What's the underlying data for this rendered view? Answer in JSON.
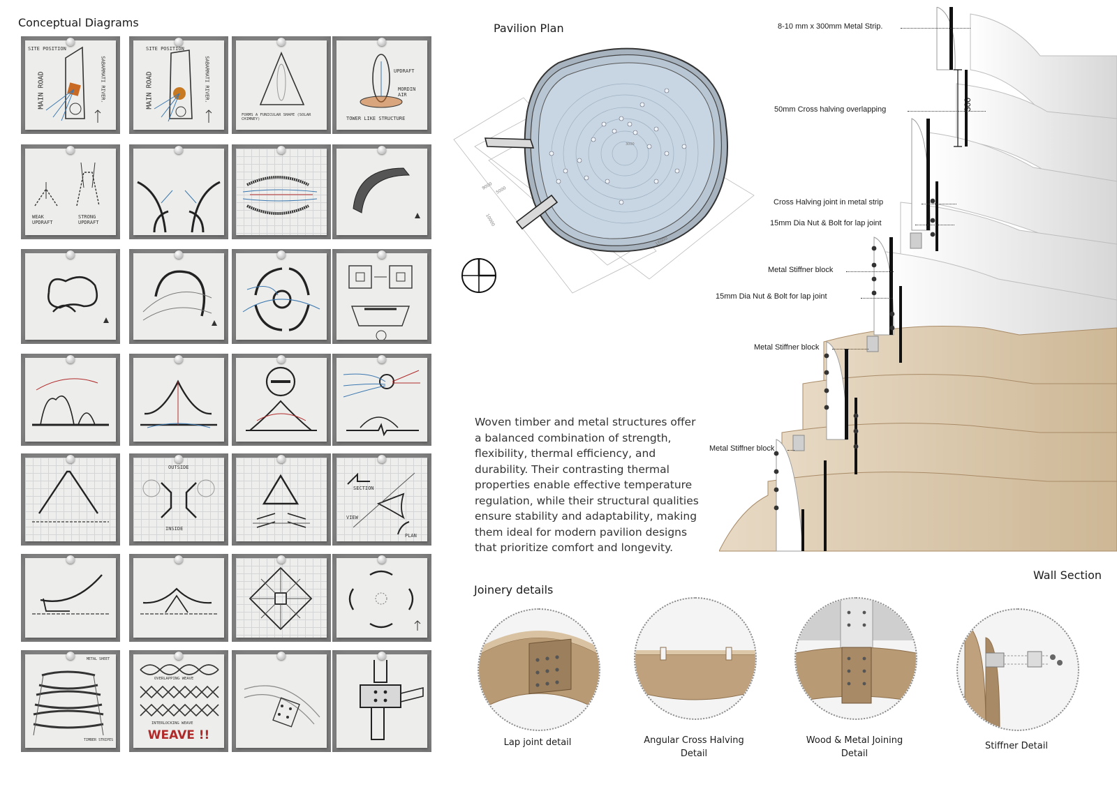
{
  "headings": {
    "conceptual": "Conceptual Diagrams",
    "plan": "Pavilion Plan",
    "wall_section": "Wall Section",
    "joinery": "Joinery details"
  },
  "sketch_notes": {
    "site_position_1": "Site Position",
    "main_road_1": "MAIN ROAD",
    "river_1": "SABARMATI RIVER.",
    "site_position_2": "Site Position",
    "main_road_2": "MAIN ROAD",
    "river_2": "SABARMATI RIVER.",
    "funicular": "Forms a funicular shape (solar chimney)",
    "updraft": "Updraft",
    "mordin_air": "Mordin Air",
    "tower": "Tower like structure",
    "weak_updraft": "Weak updraft",
    "strong_updraft": "Strong updraft",
    "outside": "Outside",
    "inside": "Inside",
    "section": "Section",
    "view": "View",
    "plan": "Plan",
    "metal_sheet": "Metal sheet",
    "overlapping_weave": "Overlapping weave",
    "interlocking_weave": "Interlocking weave",
    "weave": "WEAVE !!",
    "timber_stripes": "Timber stripes"
  },
  "callouts": {
    "metal_strip": "8-10 mm x 300mm Metal Strip.",
    "cross_halving_overlap": "50mm Cross halving overlapping",
    "dimension_300": "300",
    "cross_halving_joint": "Cross Halving joint in metal strip",
    "nut_bolt_1": "15mm Dia Nut & Bolt for lap joint",
    "stiffner_1": "Metal Stiffner block",
    "nut_bolt_2": "15mm Dia Nut & Bolt for lap joint",
    "stiffner_2": "Metal Stiffner block",
    "stiffner_3": "Metal Stiffner block"
  },
  "plan_dims": {
    "d1": "9000",
    "d2": "5000",
    "d3": "10000",
    "d4": "16000",
    "d5": "3000"
  },
  "description": "Woven timber and metal structures offer a balanced combination of strength, flexibility, thermal efficiency, and durability. Their contrasting thermal properties enable effective temperature regulation, while their structural qualities ensure stability and adaptability, making them ideal for modern pavilion designs that prioritize comfort and longevity.",
  "joinery": [
    {
      "label": "Lap joint detail"
    },
    {
      "label": "Angular Cross Halving Detail"
    },
    {
      "label": "Wood & Metal Joining Detail"
    },
    {
      "label": "Stiffner Detail"
    }
  ],
  "colors": {
    "timber": "#d9c7ad",
    "timber_dark": "#a88a66",
    "metal": "#f2f2f2",
    "plan_fill": "#c4d4e2",
    "accent_red": "#b02a2a",
    "accent_blue": "#3b78b0"
  }
}
